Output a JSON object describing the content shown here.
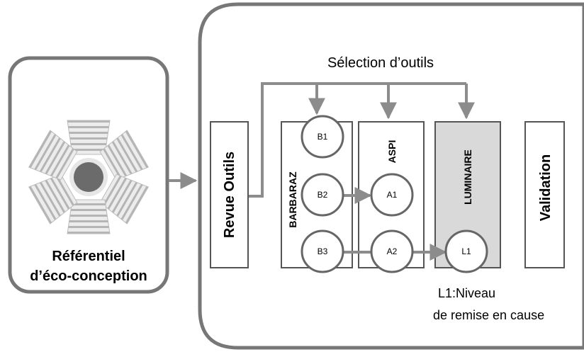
{
  "left_panel": {
    "label_line1": "Référentiel",
    "label_line2": "d’éco-conception"
  },
  "right_panel": {
    "top_label": "Sélection d’outils",
    "columns": {
      "revue": "Revue Outils",
      "barbaraz": "BARBARAZ",
      "aspi": "ASPI",
      "luminaire": "LUMINAIRE",
      "validation": "Validation"
    },
    "nodes": {
      "b1": "B1",
      "b2": "B2",
      "b3": "B3",
      "a1": "A1",
      "a2": "A2",
      "l1": "L1"
    },
    "note_line1": "L1:Niveau",
    "note_line2": "de remise en cause"
  },
  "colors": {
    "border": "#777777",
    "arrow": "#8c8c8c",
    "luminaire_fill": "#d9d9d9",
    "icon_center": "#6b6b6b",
    "icon_stripe": "#c8c8c8"
  }
}
